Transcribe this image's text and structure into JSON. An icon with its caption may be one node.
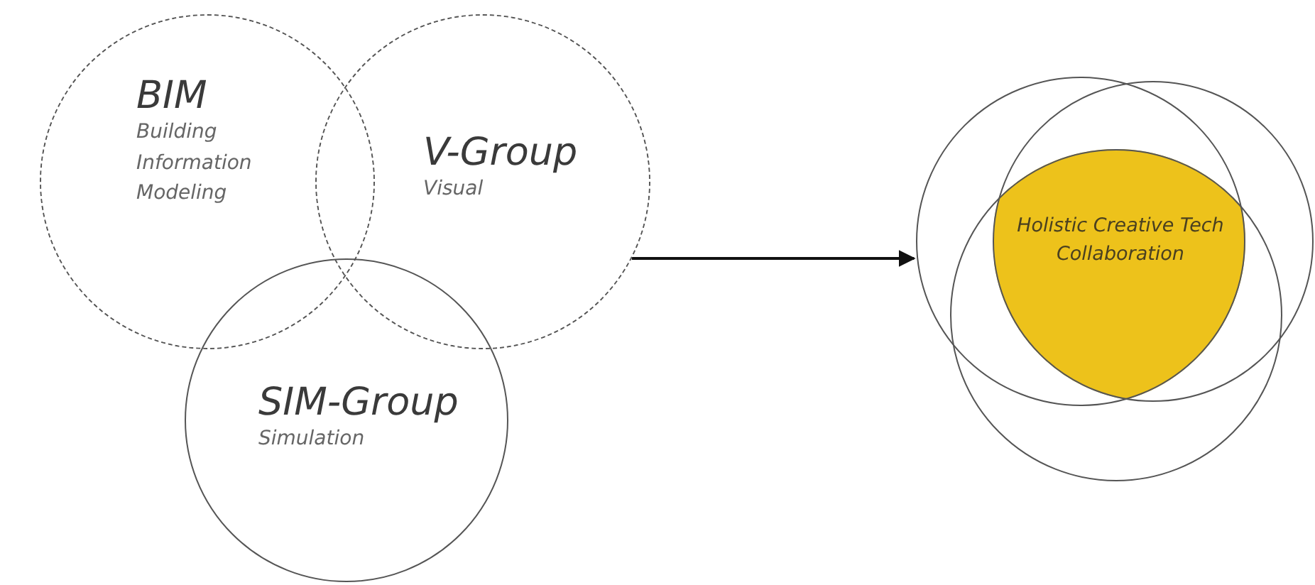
{
  "diagram": {
    "nodes": [
      {
        "text": [
          "BIM",
          "Building Information Modeling"
        ]
      },
      {
        "text": [
          "V-Group",
          "Visual"
        ]
      },
      {
        "text": [
          "SIM-Group",
          "Simulation"
        ]
      },
      {
        "text": [],
        "shape": "circle"
      },
      {
        "text": [],
        "shape": "circle"
      },
      {
        "text": [],
        "shape": "circle"
      },
      {
        "text": [
          "Holistic Creative Tech Collaboration"
        ]
      }
    ],
    "edges": [
      {
        "from": 1,
        "to": 3,
        "arrow": "to"
      }
    ]
  }
}
